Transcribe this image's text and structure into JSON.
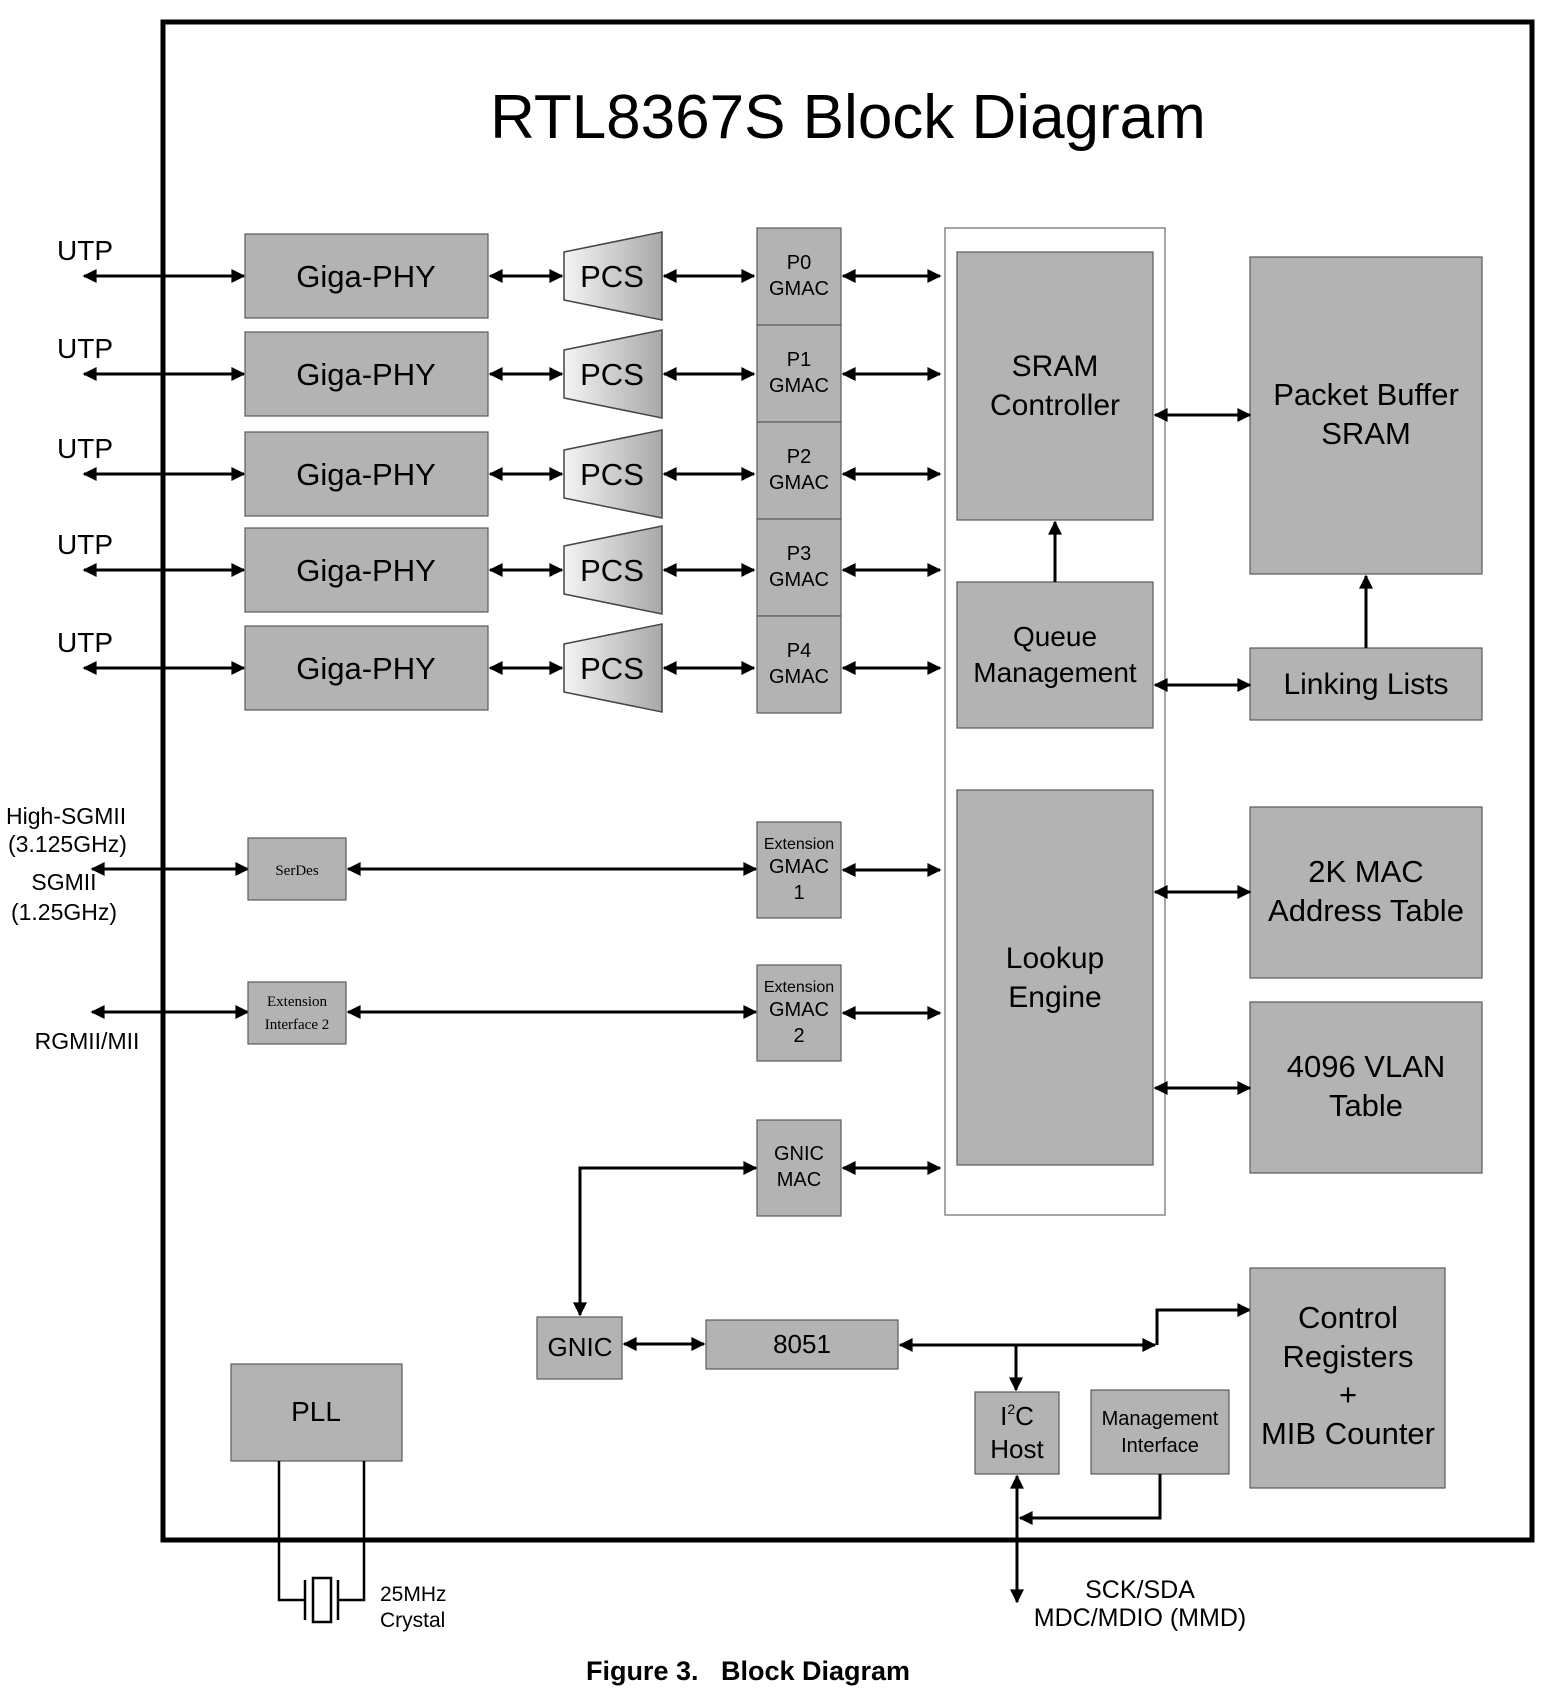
{
  "title": "RTL8367S Block Diagram",
  "caption": "Figure 3.   Block Diagram",
  "ports": [
    {
      "utp": "UTP",
      "phy": "Giga-PHY",
      "pcs": "PCS",
      "gmac": [
        "P0",
        "GMAC"
      ]
    },
    {
      "utp": "UTP",
      "phy": "Giga-PHY",
      "pcs": "PCS",
      "gmac": [
        "P1",
        "GMAC"
      ]
    },
    {
      "utp": "UTP",
      "phy": "Giga-PHY",
      "pcs": "PCS",
      "gmac": [
        "P2",
        "GMAC"
      ]
    },
    {
      "utp": "UTP",
      "phy": "Giga-PHY",
      "pcs": "PCS",
      "gmac": [
        "P3",
        "GMAC"
      ]
    },
    {
      "utp": "UTP",
      "phy": "Giga-PHY",
      "pcs": "PCS",
      "gmac": [
        "P4",
        "GMAC"
      ]
    }
  ],
  "sgmii": {
    "label_lines": [
      "High-SGMII",
      "(3.125GHz)",
      "SGMII",
      "(1.25GHz)"
    ],
    "serdes": "SerDes",
    "gmac": [
      "Extension",
      "GMAC",
      "1"
    ]
  },
  "rgmii": {
    "label": "RGMII/MII",
    "ext_iface": [
      "Extension",
      "Interface 2"
    ],
    "gmac": [
      "Extension",
      "GMAC",
      "2"
    ]
  },
  "gnic_mac": [
    "GNIC",
    "MAC"
  ],
  "core": {
    "sram_controller": [
      "SRAM",
      "Controller"
    ],
    "queue_management": [
      "Queue",
      "Management"
    ],
    "lookup_engine": [
      "Lookup",
      "Engine"
    ]
  },
  "right": {
    "packet_buffer": [
      "Packet Buffer",
      "SRAM"
    ],
    "linking_lists": "Linking Lists",
    "mac_table": [
      "2K MAC",
      "Address Table"
    ],
    "vlan_table": [
      "4096 VLAN",
      "Table"
    ],
    "control_registers": [
      "Control",
      "Registers",
      "+",
      "MIB Counter"
    ]
  },
  "bottom": {
    "gnic": "GNIC",
    "cpu": "8051",
    "i2c": {
      "base": "I",
      "sup": "2",
      "rest": "C",
      "line2": "Host"
    },
    "mgmt": [
      "Management",
      "Interface"
    ],
    "pll": "PLL",
    "crystal": [
      "25MHz",
      "Crystal"
    ],
    "ext_bus": [
      "SCK/SDA",
      "MDC/MDIO (MMD)"
    ]
  }
}
